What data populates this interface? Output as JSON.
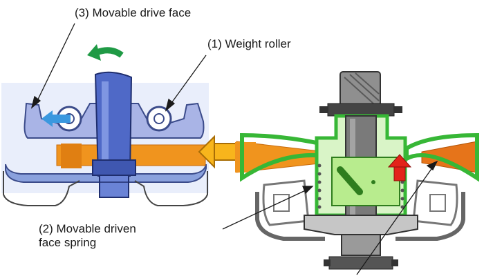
{
  "labels": {
    "movable_drive_face": "(3) Movable drive face",
    "weight_roller": "(1) Weight roller",
    "movable_driven_face_spring_line1": "(2) Movable driven",
    "movable_driven_face_spring_line2": "face spring"
  },
  "colors": {
    "drive_face": "#a9b4e6",
    "shaft_blue": "#4f69c7",
    "belt_orange": "#f0941e",
    "pulley_green": "#37b736",
    "light_green": "#b8ec8e",
    "motion_arrow_blue": "#3a98df",
    "motion_arrow_red": "#e3231a",
    "motion_arrow_yellow": "#f8b51c",
    "rotation_arrow_green": "#1f9a45"
  }
}
